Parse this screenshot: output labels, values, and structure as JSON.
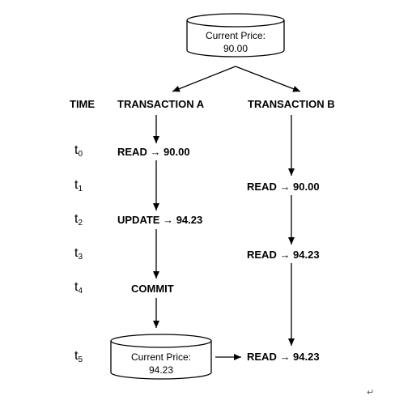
{
  "top_db": {
    "line1": "Current Price:",
    "line2": "90.00"
  },
  "bottom_db": {
    "line1": "Current Price:",
    "line2": "94.23"
  },
  "headers": {
    "time": "TIME",
    "transaction_a": "TRANSACTION A",
    "transaction_b": "TRANSACTION B"
  },
  "time_labels": [
    {
      "base": "t",
      "sub": "0"
    },
    {
      "base": "t",
      "sub": "1"
    },
    {
      "base": "t",
      "sub": "2"
    },
    {
      "base": "t",
      "sub": "3"
    },
    {
      "base": "t",
      "sub": "4"
    },
    {
      "base": "t",
      "sub": "5"
    }
  ],
  "transaction_a": {
    "read": "READ → 90.00",
    "update": "UPDATE → 94.23",
    "commit": "COMMIT"
  },
  "transaction_b": {
    "read1": "READ → 90.00",
    "read2": "READ → 94.23",
    "read3": "READ → 94.23"
  },
  "paragraph_mark": "↵",
  "colors": {
    "line": "#000000",
    "background": "#ffffff"
  }
}
